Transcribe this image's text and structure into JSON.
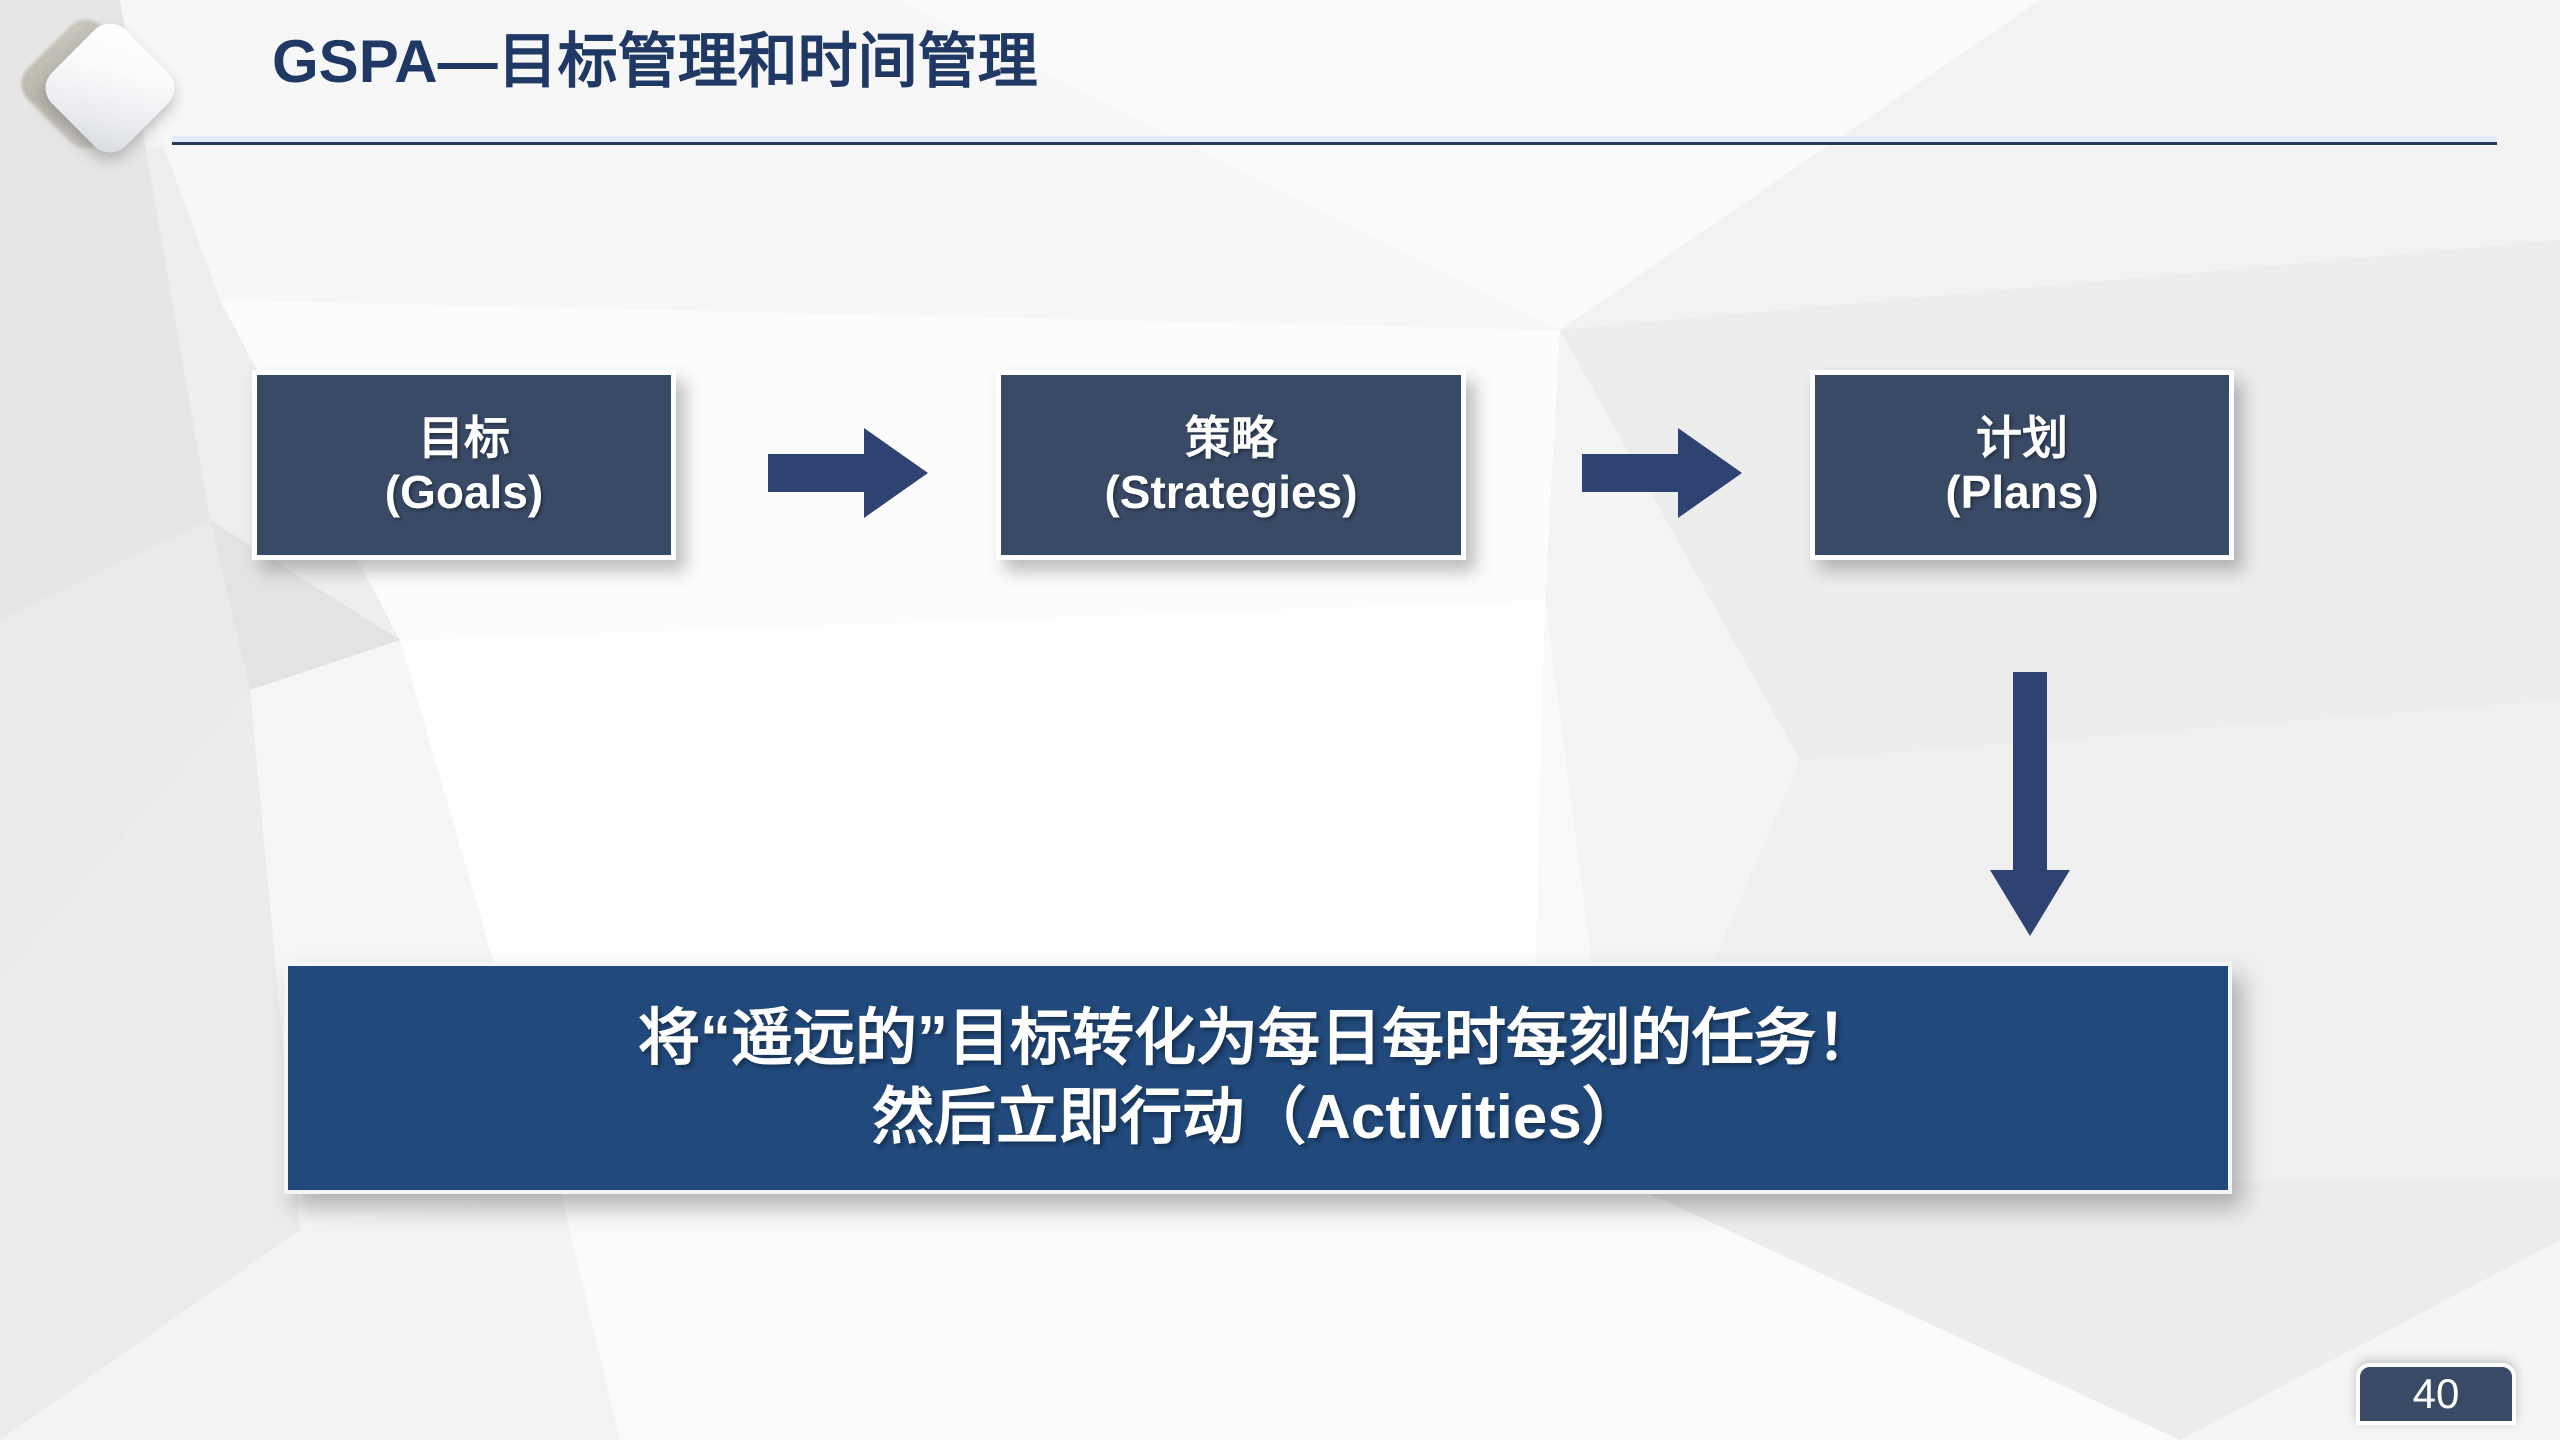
{
  "slide": {
    "title": "GSPA—目标管理和时间管理",
    "page_number": "40",
    "background_color": "#eeeeee",
    "title_color": "#1f3864",
    "box_color": "#394a66",
    "arrow_color": "#2e4372",
    "banner_color": "#21497b"
  },
  "decoration": {
    "shape_icon": "diamond-icon",
    "shadow_icon": "diamond-shadow-icon"
  },
  "flow": {
    "steps": [
      {
        "cn": "目标",
        "en": "(Goals)"
      },
      {
        "cn": "策略",
        "en": "(Strategies)"
      },
      {
        "cn": "计划",
        "en": "(Plans)"
      }
    ],
    "connectors": [
      {
        "icon": "arrow-right-icon"
      },
      {
        "icon": "arrow-right-icon"
      },
      {
        "icon": "arrow-down-icon"
      }
    ]
  },
  "banner": {
    "line1": "将“遥远的”目标转化为每日每时每刻的任务！",
    "line2": "然后立即行动（Activities）"
  }
}
